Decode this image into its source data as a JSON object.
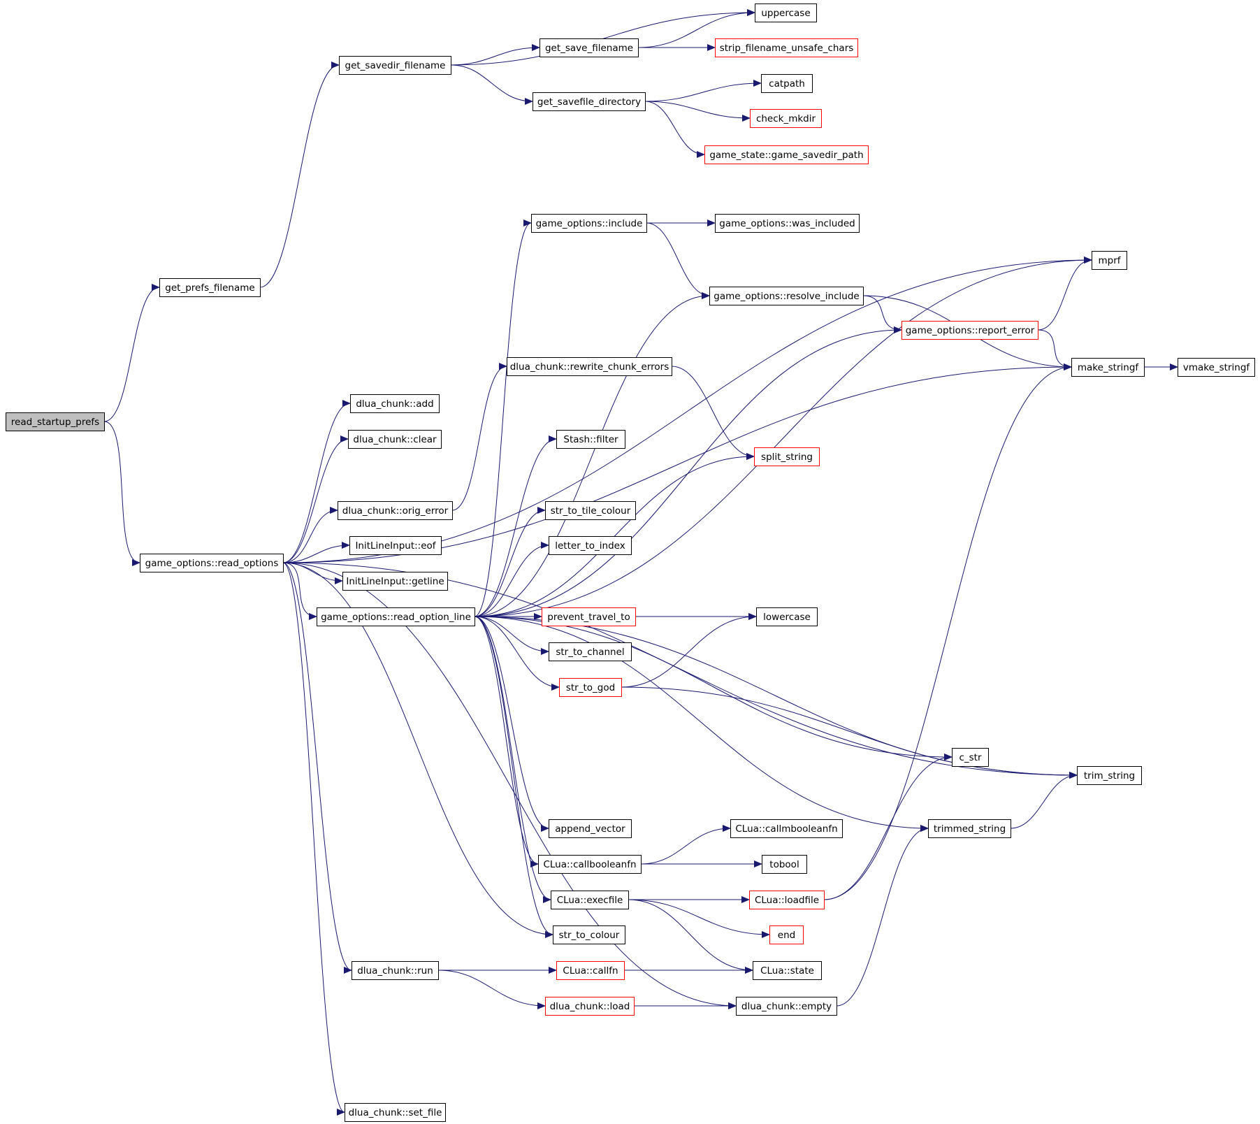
{
  "colors": {
    "edge": "#191970",
    "border_normal": "#000000",
    "border_truncated": "#ff0000",
    "root_fill": "#bfbfbf",
    "node_fill": "#ffffff"
  },
  "nodes": [
    {
      "id": "read_startup_prefs",
      "label": "read_startup_prefs",
      "style": "root"
    },
    {
      "id": "get_prefs_filename",
      "label": "get_prefs_filename",
      "style": "normal"
    },
    {
      "id": "get_savedir_filename",
      "label": "get_savedir_filename",
      "style": "normal"
    },
    {
      "id": "uppercase",
      "label": "uppercase",
      "style": "normal"
    },
    {
      "id": "get_save_filename",
      "label": "get_save_filename",
      "style": "normal"
    },
    {
      "id": "strip_filename_unsafe_chars",
      "label": "strip_filename_unsafe_chars",
      "style": "truncated"
    },
    {
      "id": "get_savefile_directory",
      "label": "get_savefile_directory",
      "style": "normal"
    },
    {
      "id": "catpath",
      "label": "catpath",
      "style": "normal"
    },
    {
      "id": "check_mkdir",
      "label": "check_mkdir",
      "style": "truncated"
    },
    {
      "id": "game_savedir_path",
      "label": "game_state::game_savedir_path",
      "style": "truncated"
    },
    {
      "id": "include",
      "label": "game_options::include",
      "style": "normal"
    },
    {
      "id": "was_included",
      "label": "game_options::was_included",
      "style": "normal"
    },
    {
      "id": "mprf",
      "label": "mprf",
      "style": "normal"
    },
    {
      "id": "resolve_include",
      "label": "game_options::resolve_include",
      "style": "normal"
    },
    {
      "id": "report_error",
      "label": "game_options::report_error",
      "style": "truncated"
    },
    {
      "id": "rewrite_chunk_errors",
      "label": "dlua_chunk::rewrite_chunk_errors",
      "style": "normal"
    },
    {
      "id": "make_stringf",
      "label": "make_stringf",
      "style": "normal"
    },
    {
      "id": "vmake_stringf",
      "label": "vmake_stringf",
      "style": "normal"
    },
    {
      "id": "dlua_add",
      "label": "dlua_chunk::add",
      "style": "normal"
    },
    {
      "id": "dlua_clear",
      "label": "dlua_chunk::clear",
      "style": "normal"
    },
    {
      "id": "stash_filter",
      "label": "Stash::filter",
      "style": "normal"
    },
    {
      "id": "split_string",
      "label": "split_string",
      "style": "truncated"
    },
    {
      "id": "orig_error",
      "label": "dlua_chunk::orig_error",
      "style": "normal"
    },
    {
      "id": "str_to_tile_colour",
      "label": "str_to_tile_colour",
      "style": "normal"
    },
    {
      "id": "letter_to_index",
      "label": "letter_to_index",
      "style": "normal"
    },
    {
      "id": "read_options",
      "label": "game_options::read_options",
      "style": "normal"
    },
    {
      "id": "eof",
      "label": "InitLineInput::eof",
      "style": "normal"
    },
    {
      "id": "getline",
      "label": "InitLineInput::getline",
      "style": "normal"
    },
    {
      "id": "read_option_line",
      "label": "game_options::read_option_line",
      "style": "normal"
    },
    {
      "id": "prevent_travel_to",
      "label": "prevent_travel_to",
      "style": "truncated"
    },
    {
      "id": "lowercase",
      "label": "lowercase",
      "style": "normal"
    },
    {
      "id": "str_to_channel",
      "label": "str_to_channel",
      "style": "normal"
    },
    {
      "id": "str_to_god",
      "label": "str_to_god",
      "style": "truncated"
    },
    {
      "id": "c_str",
      "label": "c_str",
      "style": "normal"
    },
    {
      "id": "trim_string",
      "label": "trim_string",
      "style": "normal"
    },
    {
      "id": "append_vector",
      "label": "append_vector",
      "style": "normal"
    },
    {
      "id": "callmbooleanfn",
      "label": "CLua::callmbooleanfn",
      "style": "normal"
    },
    {
      "id": "trimmed_string",
      "label": "trimmed_string",
      "style": "normal"
    },
    {
      "id": "callbooleanfn",
      "label": "CLua::callbooleanfn",
      "style": "normal"
    },
    {
      "id": "tobool",
      "label": "tobool",
      "style": "normal"
    },
    {
      "id": "execfile",
      "label": "CLua::execfile",
      "style": "normal"
    },
    {
      "id": "loadfile",
      "label": "CLua::loadfile",
      "style": "truncated"
    },
    {
      "id": "str_to_colour",
      "label": "str_to_colour",
      "style": "normal"
    },
    {
      "id": "end",
      "label": "end",
      "style": "truncated"
    },
    {
      "id": "dlua_run",
      "label": "dlua_chunk::run",
      "style": "normal"
    },
    {
      "id": "callfn",
      "label": "CLua::callfn",
      "style": "truncated"
    },
    {
      "id": "clua_state",
      "label": "CLua::state",
      "style": "normal"
    },
    {
      "id": "dlua_load",
      "label": "dlua_chunk::load",
      "style": "truncated"
    },
    {
      "id": "dlua_empty",
      "label": "dlua_chunk::empty",
      "style": "normal"
    },
    {
      "id": "set_file",
      "label": "dlua_chunk::set_file",
      "style": "normal"
    }
  ],
  "edges": [
    [
      "read_startup_prefs",
      "get_prefs_filename"
    ],
    [
      "read_startup_prefs",
      "read_options"
    ],
    [
      "get_prefs_filename",
      "get_savedir_filename"
    ],
    [
      "get_savedir_filename",
      "uppercase"
    ],
    [
      "get_savedir_filename",
      "get_save_filename"
    ],
    [
      "get_savedir_filename",
      "get_savefile_directory"
    ],
    [
      "get_save_filename",
      "uppercase"
    ],
    [
      "get_save_filename",
      "strip_filename_unsafe_chars"
    ],
    [
      "get_savefile_directory",
      "catpath"
    ],
    [
      "get_savefile_directory",
      "check_mkdir"
    ],
    [
      "get_savefile_directory",
      "game_savedir_path"
    ],
    [
      "read_options",
      "mprf"
    ],
    [
      "read_options",
      "dlua_add"
    ],
    [
      "read_options",
      "dlua_clear"
    ],
    [
      "read_options",
      "orig_error"
    ],
    [
      "read_options",
      "eof"
    ],
    [
      "read_options",
      "getline"
    ],
    [
      "read_options",
      "read_option_line"
    ],
    [
      "read_options",
      "make_stringf"
    ],
    [
      "read_options",
      "str_to_colour"
    ],
    [
      "read_options",
      "dlua_run"
    ],
    [
      "read_options",
      "dlua_empty"
    ],
    [
      "read_options",
      "trim_string"
    ],
    [
      "read_options",
      "set_file"
    ],
    [
      "orig_error",
      "rewrite_chunk_errors"
    ],
    [
      "rewrite_chunk_errors",
      "split_string"
    ],
    [
      "include",
      "was_included"
    ],
    [
      "include",
      "resolve_include"
    ],
    [
      "resolve_include",
      "report_error"
    ],
    [
      "resolve_include",
      "make_stringf"
    ],
    [
      "report_error",
      "mprf"
    ],
    [
      "report_error",
      "make_stringf"
    ],
    [
      "make_stringf",
      "vmake_stringf"
    ],
    [
      "read_option_line",
      "include"
    ],
    [
      "read_option_line",
      "mprf"
    ],
    [
      "read_option_line",
      "resolve_include"
    ],
    [
      "read_option_line",
      "report_error"
    ],
    [
      "read_option_line",
      "stash_filter"
    ],
    [
      "read_option_line",
      "split_string"
    ],
    [
      "read_option_line",
      "str_to_tile_colour"
    ],
    [
      "read_option_line",
      "letter_to_index"
    ],
    [
      "read_option_line",
      "lowercase"
    ],
    [
      "read_option_line",
      "prevent_travel_to"
    ],
    [
      "read_option_line",
      "str_to_channel"
    ],
    [
      "read_option_line",
      "str_to_god"
    ],
    [
      "read_option_line",
      "trim_string"
    ],
    [
      "read_option_line",
      "c_str"
    ],
    [
      "read_option_line",
      "trimmed_string"
    ],
    [
      "read_option_line",
      "append_vector"
    ],
    [
      "read_option_line",
      "callbooleanfn"
    ],
    [
      "read_option_line",
      "execfile"
    ],
    [
      "read_option_line",
      "str_to_colour"
    ],
    [
      "str_to_god",
      "lowercase"
    ],
    [
      "str_to_god",
      "trim_string"
    ],
    [
      "callbooleanfn",
      "callmbooleanfn"
    ],
    [
      "callbooleanfn",
      "tobool"
    ],
    [
      "execfile",
      "loadfile"
    ],
    [
      "execfile",
      "end"
    ],
    [
      "execfile",
      "clua_state"
    ],
    [
      "loadfile",
      "c_str"
    ],
    [
      "loadfile",
      "make_stringf"
    ],
    [
      "trimmed_string",
      "trim_string"
    ],
    [
      "dlua_run",
      "callfn"
    ],
    [
      "dlua_run",
      "dlua_load"
    ],
    [
      "callfn",
      "clua_state"
    ],
    [
      "dlua_load",
      "dlua_empty"
    ],
    [
      "dlua_empty",
      "trimmed_string"
    ]
  ]
}
